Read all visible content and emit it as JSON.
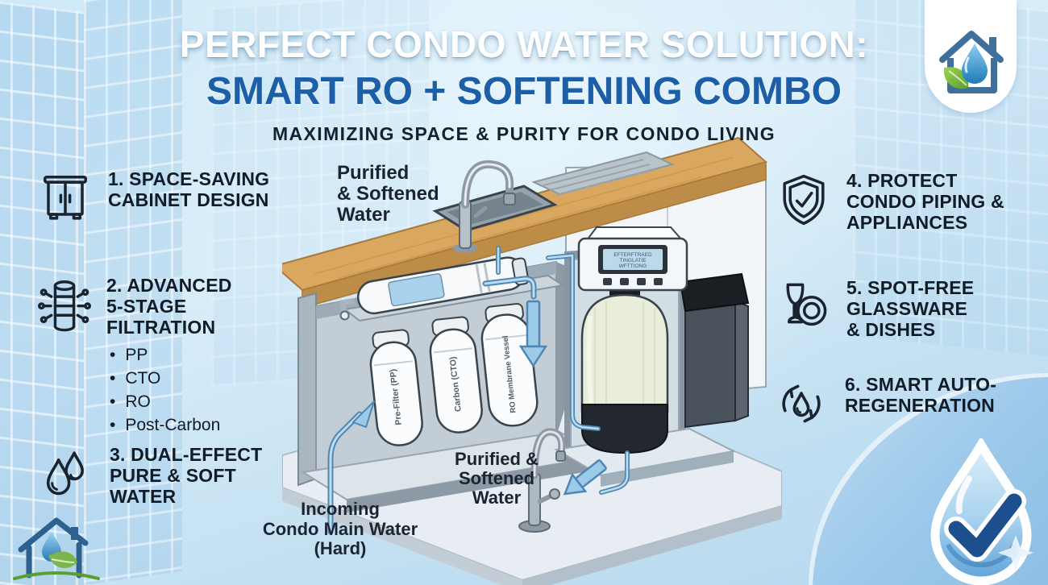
{
  "header": {
    "title_line1": "PERFECT CONDO WATER SOLUTION:",
    "title_line2": "SMART RO + SOFTENING COMBO",
    "subtitle": "MAXIMIZING SPACE & PURITY FOR CONDO LIVING"
  },
  "features_left": [
    {
      "icon": "cabinet-icon",
      "heading": "1. SPACE-SAVING\nCABINET DESIGN"
    },
    {
      "icon": "filter-cartridge-icon",
      "heading": "2. ADVANCED\n5-STAGE\nFILTRATION",
      "bullets": [
        "PP",
        "CTO",
        "RO",
        "Post-Carbon"
      ]
    },
    {
      "icon": "water-drops-icon",
      "heading": "3. DUAL-EFFECT\nPURE & SOFT\nWATER"
    }
  ],
  "features_right": [
    {
      "icon": "shield-check-icon",
      "heading": "4. PROTECT\nCONDO PIPING &\nAPPLIANCES"
    },
    {
      "icon": "glassware-icon",
      "heading": "5. SPOT-FREE\nGLASSWARE\n& DISHES"
    },
    {
      "icon": "regeneration-cycle-icon",
      "heading": "6. SMART AUTO-\nREGENERATION"
    }
  ],
  "diagram": {
    "label_top": "Purified\n& Softened\nWater",
    "label_bottom": "Purified &\nSoftened\nWater",
    "label_incoming": "Incoming\nCondo Main Water\n(Hard)",
    "cartridge_labels": [
      "Pre-Filter (PP)",
      "Carbon (CTO)",
      "RO Membrane Vessel"
    ],
    "controller_display_lines": [
      "EFTERFTRAED",
      "TINGLATIE",
      "WFTTIONG"
    ]
  },
  "colors": {
    "title_blue": "#1d5fa7",
    "text_dark": "#101c28",
    "background_blue": "#cfe9f8",
    "pipe_blue": "#4f87b3",
    "arrow_fill": "#9ccbe9",
    "wood": "#d9a75f",
    "tank_shell": "#e9eedb",
    "leaf_green": "#7ab648",
    "logo_drop_blue": "#2a76b5"
  }
}
